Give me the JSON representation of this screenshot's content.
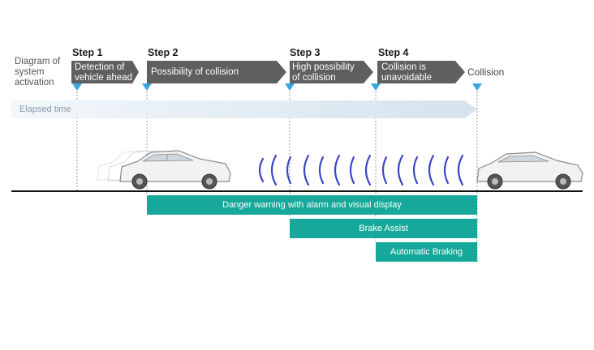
{
  "diagram": {
    "side_label": "Diagram of system activation",
    "steps": [
      {
        "title": "Step 1",
        "desc_1": "Detection of",
        "desc_2": "vehicle ahead"
      },
      {
        "title": "Step 2",
        "desc_1": "Possibility of collision",
        "desc_2": ""
      },
      {
        "title": "Step 3",
        "desc_1": "High possibility",
        "desc_2": "of collision"
      },
      {
        "title": "Step 4",
        "desc_1": "Collision is",
        "desc_2": "unavoidable"
      }
    ],
    "collision_label": "Collision",
    "elapsed_label": "Elapsed time",
    "bands": [
      {
        "label": "Danger warning with alarm and visual display"
      },
      {
        "label": "Brake Assist"
      },
      {
        "label": "Automatic Braking"
      }
    ],
    "colors": {
      "arrow": "#5f5f5f",
      "band": "#16a89a",
      "marker": "#3aa6e0",
      "elapsed": "#dbe7f0",
      "wave": "#3d45c8"
    }
  }
}
